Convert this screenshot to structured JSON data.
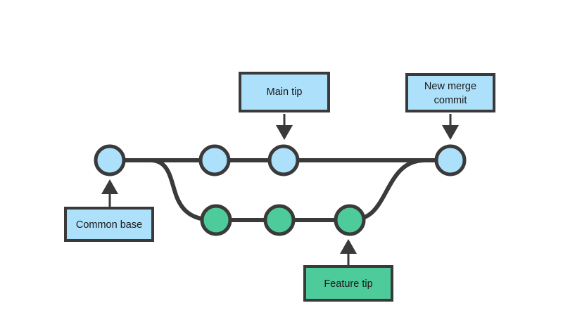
{
  "diagram": {
    "title": "git branch and merge graph",
    "background_color": "#ffffff",
    "stroke_color": "#3a3a3a",
    "branches": [
      {
        "name": "main",
        "node_color": "#ade0fa",
        "commit_count": 4,
        "row": "top"
      },
      {
        "name": "feature",
        "node_color": "#4ecb9b",
        "commit_count": 3,
        "row": "bottom"
      }
    ],
    "callouts": [
      {
        "id": "common-base",
        "label": "Common base",
        "lines": [
          "Common base"
        ],
        "fill": "#ade0fa",
        "arrow_direction": "up",
        "points_to": "main-commit-1"
      },
      {
        "id": "main-tip",
        "label": "Main tip",
        "lines": [
          "Main tip"
        ],
        "fill": "#ade0fa",
        "arrow_direction": "down",
        "points_to": "main-commit-3"
      },
      {
        "id": "new-merge-commit",
        "label": "New merge commit",
        "lines": [
          "New merge",
          "commit"
        ],
        "fill": "#ade0fa",
        "arrow_direction": "down",
        "points_to": "main-commit-4"
      },
      {
        "id": "feature-tip",
        "label": "Feature tip",
        "lines": [
          "Feature tip"
        ],
        "fill": "#4ecb9b",
        "arrow_direction": "up",
        "points_to": "feature-commit-3"
      }
    ]
  }
}
